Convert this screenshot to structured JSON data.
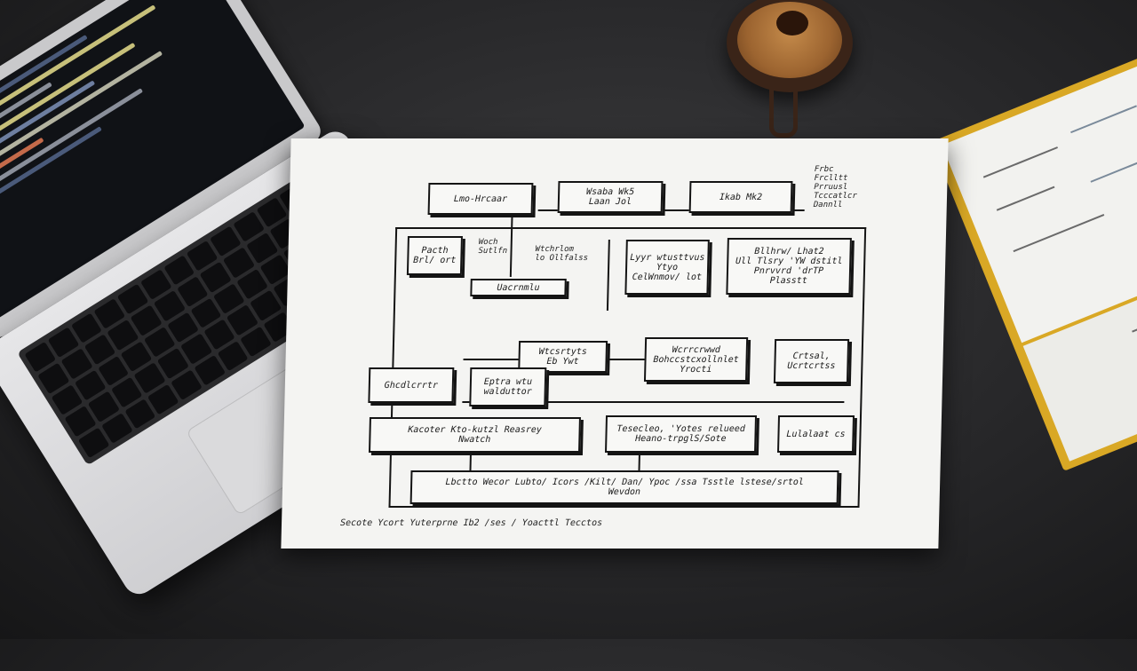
{
  "diagram": {
    "top_row": [
      "Lmo-Hrcaar",
      "Wsaba Wk5\nLaan Jol",
      "Ikab Mk2"
    ],
    "side_note": "Frbc\nFrclltt\nPrruusl\nTcccatlcr\nDannll",
    "left_small": "Pacth\nBrl/ ort",
    "left_small2": "Woch\nSutlfn",
    "mid_label_a": "Wtchrlom\nlo Ollfalss",
    "mid_label_b": "Uacrnmlu",
    "box_right_1": "Lyyr wtusttvus\nYtyo\nCelWnmov/ lot",
    "box_right_2": "Bllhrw/ Lhat2\nUll Tlsry 'YW dstitl\nPnrvvrd 'drTP\nPlasstt",
    "box_mid_1": "Wtcsrtyts\nEb Ywt",
    "box_mid_2": "Wcrrcrwwd\nBohccstcxollnlet\nYrocti",
    "box_right_3": "Crtsal,\nUcrtcrtss",
    "box_left_3": "Ghcdlcrrtr",
    "box_mid_3": "Eptra wtu\nwalduttor",
    "box_wide_1": "Kacoter Kto-kutzl Reasrey\nNwatch",
    "box_mid_4": "Tesecleo, 'Yotes relueed\nHeano-trpglS/Sote",
    "box_right_4": "Lulalaat cs",
    "box_bottom": "Lbctto Wecor Lubto/ Icors /Kilt/ Dan/ Ypoc /ssa Tsstle lstese/srtol\nWevdon",
    "footer": "Secote Ycort Yuterprne Ib2 /ses / Yoacttl Tecctos"
  },
  "colors": {
    "desk": "#262628",
    "paper": "#f4f4f2",
    "ink": "#141414",
    "book": "#d9a825",
    "coffee": "#9c6430"
  }
}
